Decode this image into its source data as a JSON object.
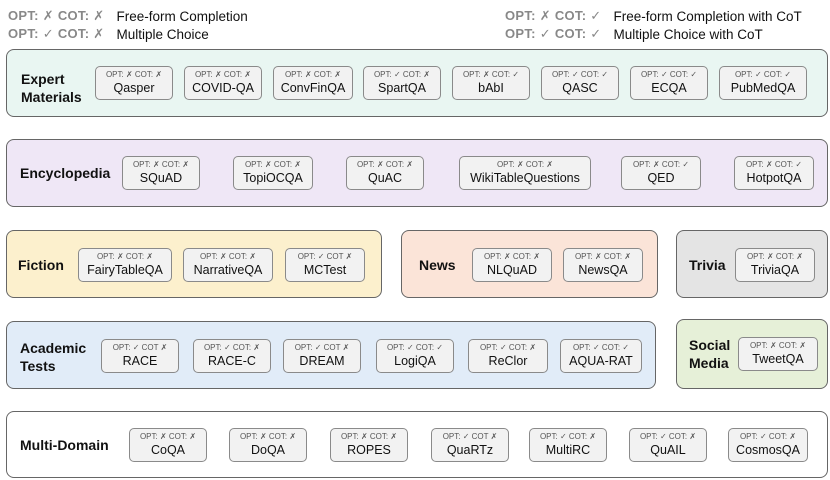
{
  "legend": [
    {
      "code": "OPT: ✗  COT: ✗",
      "text": "Free-form Completion"
    },
    {
      "code": "OPT: ✓  COT: ✗",
      "text": "Multiple Choice"
    },
    {
      "code": "OPT: ✗  COT: ✓",
      "text": "Free-form Completion with CoT"
    },
    {
      "code": "OPT: ✓  COT: ✓",
      "text": "Multiple Choice with CoT"
    }
  ],
  "panels": [
    {
      "title": "Expert Materials",
      "color": "#e9f6f2",
      "datasets": [
        {
          "code": "OPT: ✗ COT: ✗",
          "name": "Qasper"
        },
        {
          "code": "OPT: ✗ COT: ✗",
          "name": "COVID-QA"
        },
        {
          "code": "OPT: ✗ COT: ✗",
          "name": "ConvFinQA"
        },
        {
          "code": "OPT: ✓ COT: ✗",
          "name": "SpartQA"
        },
        {
          "code": "OPT: ✗ COT: ✓",
          "name": "bAbI"
        },
        {
          "code": "OPT: ✓ COT: ✓",
          "name": "QASC"
        },
        {
          "code": "OPT: ✓ COT: ✓",
          "name": "ECQA"
        },
        {
          "code": "OPT: ✓ COT: ✓",
          "name": "PubMedQA"
        }
      ]
    },
    {
      "title": "Encyclopedia",
      "color": "#efe7f6",
      "datasets": [
        {
          "code": "OPT: ✗ COT: ✗",
          "name": "SQuAD"
        },
        {
          "code": "OPT: ✗ COT: ✗",
          "name": "TopiOCQA"
        },
        {
          "code": "OPT: ✗ COT: ✗",
          "name": "QuAC"
        },
        {
          "code": "OPT: ✗ COT: ✗",
          "name": "WikiTableQuestions"
        },
        {
          "code": "OPT: ✗ COT: ✓",
          "name": "QED"
        },
        {
          "code": "OPT: ✗ COT: ✓",
          "name": "HotpotQA"
        }
      ]
    },
    {
      "title": "Fiction",
      "color": "#fcf0cd",
      "datasets": [
        {
          "code": "OPT: ✗ COT: ✗",
          "name": "FairyTableQA"
        },
        {
          "code": "OPT: ✗ COT: ✗",
          "name": "NarrativeQA"
        },
        {
          "code": "OPT: ✓ COT ✗",
          "name": "MCTest"
        }
      ]
    },
    {
      "title": "News",
      "color": "#fbe4d8",
      "datasets": [
        {
          "code": "OPT: ✗ COT: ✗",
          "name": "NLQuAD"
        },
        {
          "code": "OPT: ✗ COT: ✗",
          "name": "NewsQA"
        }
      ]
    },
    {
      "title": "Trivia",
      "color": "#e4e4e4",
      "datasets": [
        {
          "code": "OPT: ✗ COT: ✗",
          "name": "TriviaQA"
        }
      ]
    },
    {
      "title": "Academic Tests",
      "color": "#e1ecf8",
      "datasets": [
        {
          "code": "OPT: ✓ COT ✗",
          "name": "RACE"
        },
        {
          "code": "OPT: ✓ COT: ✗",
          "name": "RACE-C"
        },
        {
          "code": "OPT: ✓ COT ✗",
          "name": "DREAM"
        },
        {
          "code": "OPT: ✓ COT: ✓",
          "name": "LogiQA"
        },
        {
          "code": "OPT: ✓ COT: ✗",
          "name": "ReClor"
        },
        {
          "code": "OPT: ✓ COT: ✓",
          "name": "AQUA-RAT"
        }
      ]
    },
    {
      "title": "Social Media",
      "color": "#e6f0d8",
      "datasets": [
        {
          "code": "OPT: ✗ COT: ✗",
          "name": "TweetQA"
        }
      ]
    },
    {
      "title": "Multi-Domain",
      "color": "#ffffff",
      "datasets": [
        {
          "code": "OPT: ✗ COT: ✗",
          "name": "CoQA"
        },
        {
          "code": "OPT: ✗ COT: ✗",
          "name": "DoQA"
        },
        {
          "code": "OPT: ✗ COT: ✗",
          "name": "ROPES"
        },
        {
          "code": "OPT: ✓ COT ✗",
          "name": "QuaRTz"
        },
        {
          "code": "OPT: ✓ COT: ✗",
          "name": "MultiRC"
        },
        {
          "code": "OPT: ✓ COT: ✗",
          "name": "QuAIL"
        },
        {
          "code": "OPT: ✓ COT: ✗",
          "name": "CosmosQA"
        }
      ]
    }
  ]
}
